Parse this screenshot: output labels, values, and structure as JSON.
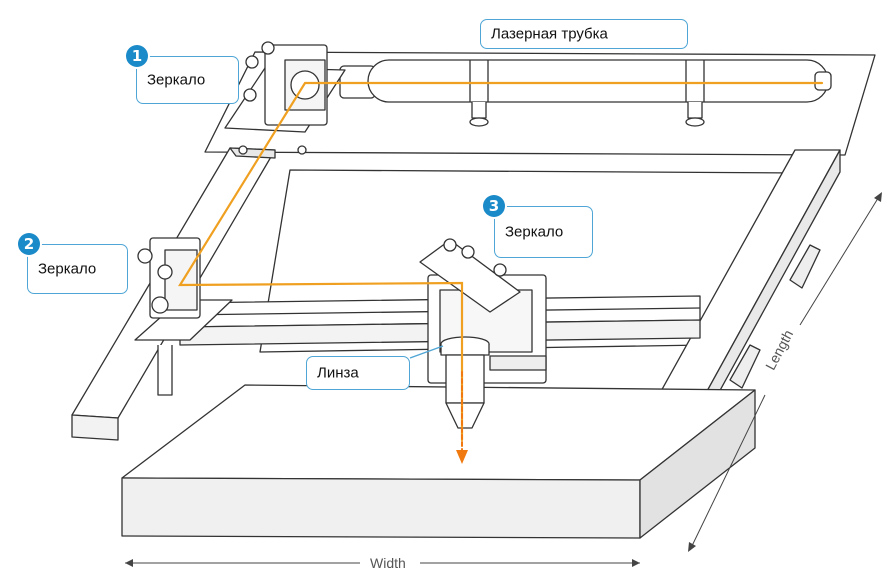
{
  "labels": {
    "laser_tube": "Лазерная трубка",
    "mirror_1": "Зеркало",
    "mirror_2": "Зеркало",
    "mirror_3": "Зеркало",
    "lens": "Линза",
    "width": "Width",
    "length": "Length"
  },
  "badges": {
    "mirror_1": "1",
    "mirror_2": "2",
    "mirror_3": "3"
  },
  "colors": {
    "beam": "#f0a020",
    "beam_down": "#f07a10",
    "callout_border": "#4fa6d6",
    "badge_fill": "#1b8ac9",
    "line": "#333333"
  }
}
